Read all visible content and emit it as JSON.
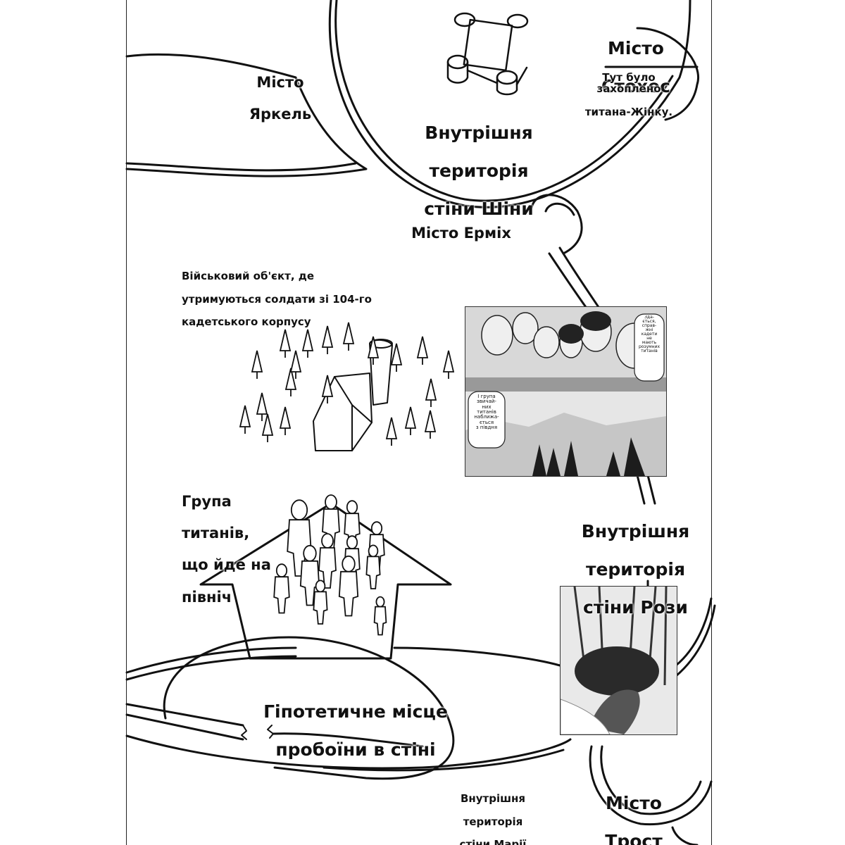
{
  "labels": {
    "yarkel": {
      "line1": "Місто",
      "line2": "Яркель"
    },
    "stohes": {
      "line1": "Місто",
      "line2": "Стохес"
    },
    "stohes_note": {
      "line1": "Тут було захоплено",
      "line2": "титана-Жінку."
    },
    "sina": {
      "line1": "Внутрішня",
      "line2": "територія",
      "line3": "стіни Шіни"
    },
    "ermih": "Місто Ерміх",
    "military": {
      "line1": "Військовий об'єкт, де",
      "line2": "утримуються солдати зі 104-го",
      "line3": "кадетського корпусу"
    },
    "titans": {
      "line1": "Група",
      "line2": "титанів,",
      "line3": "що йде на",
      "line4": "північ"
    },
    "rose": {
      "line1": "Внутрішня",
      "line2": "територія",
      "line3": "стіни Рози"
    },
    "breach": {
      "line1": "Гіпотетичне місце",
      "line2": "пробоїни в стіні"
    },
    "maria": {
      "line1": "Внутрішня",
      "line2": "територія",
      "line3": "стіни Марії"
    },
    "trost": {
      "line1": "Місто",
      "line2": "Трост"
    }
  },
  "manga_panel_1": {
    "bubble_a": "Зда-\nється,\nсправ-\nжні\nкадети\nне\nмають\nрозумних\nтитанів",
    "bubble_b": "І група\nзвичай-\nних\nтитанів\nнаближа-\nється\nз півдня"
  },
  "colors": {
    "ink": "#111111",
    "paper": "#ffffff"
  }
}
